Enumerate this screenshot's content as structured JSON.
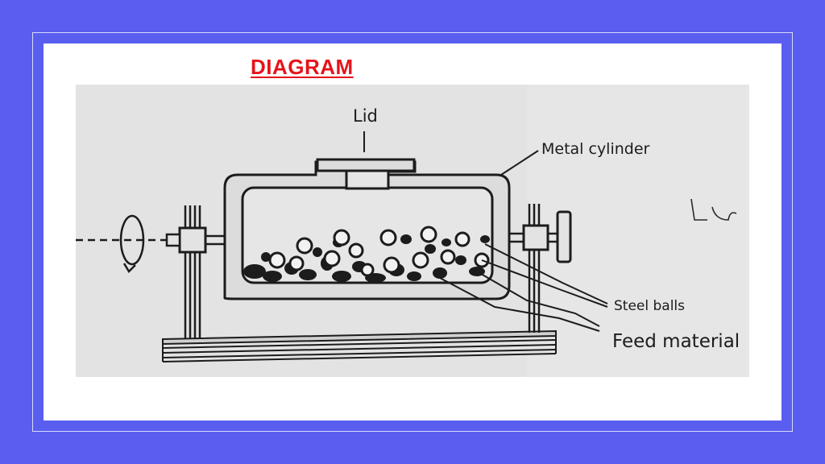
{
  "heading": "DIAGRAM",
  "diagram": {
    "labels": {
      "lid": "Lid",
      "metal_cylinder": "Metal cylinder",
      "steel_balls": "Steel balls",
      "feed_material": "Feed material"
    }
  },
  "colors": {
    "background": "#5a5ef0",
    "slide": "#ffffff",
    "heading": "#e5141b",
    "drawing_paper": "#e3e3e3",
    "ink": "#1c1c1c"
  }
}
